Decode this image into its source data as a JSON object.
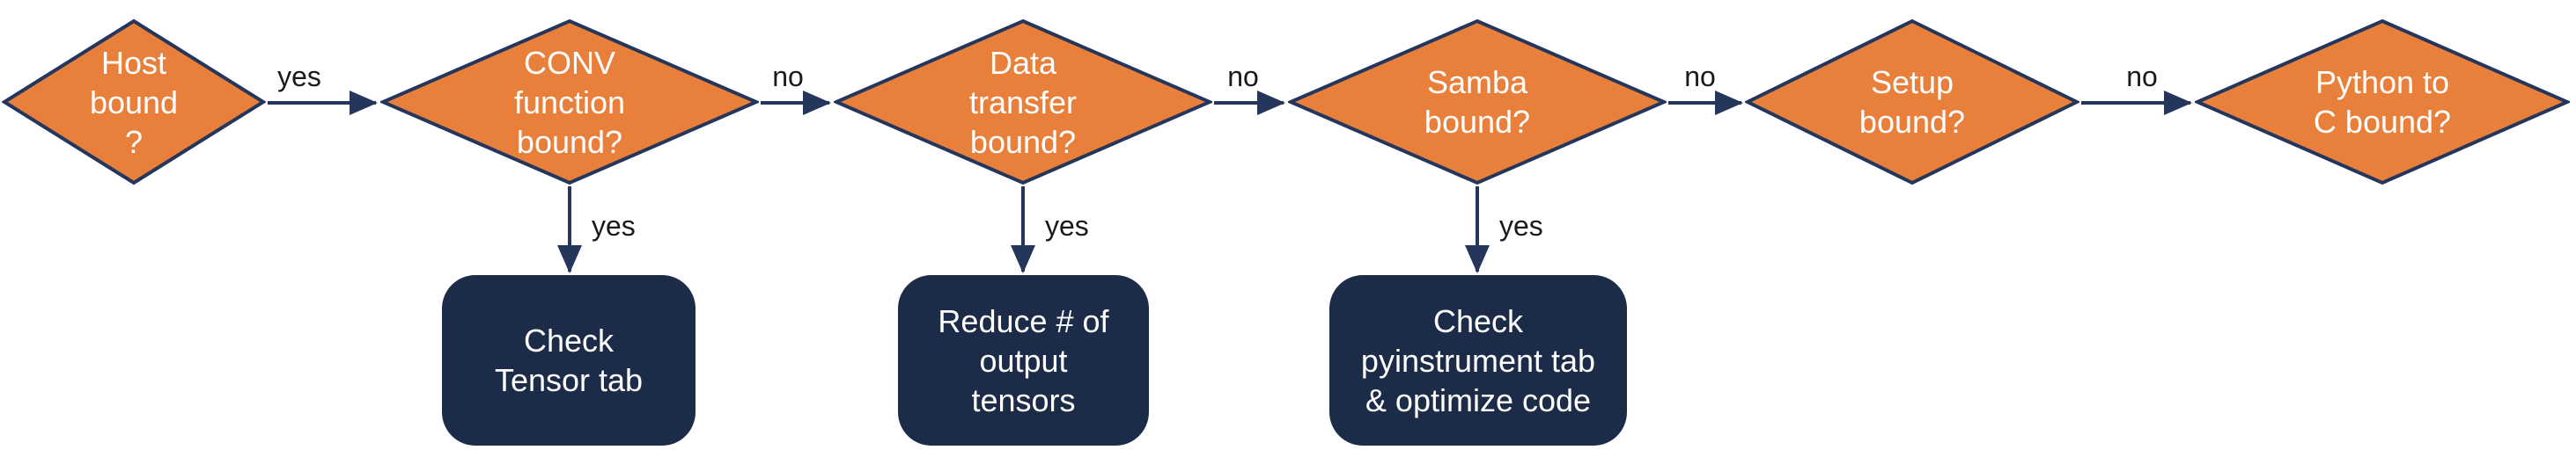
{
  "colors": {
    "diamond_fill": "#E8803B",
    "diamond_border": "#24365C",
    "box_fill": "#1C2B48",
    "node_text": "#FFFFFF",
    "edge_color": "#24365C",
    "edge_label_text": "#1A1A1A",
    "canvas_bg": "#FFFFFF"
  },
  "nodes": {
    "decisions": [
      {
        "id": "host",
        "label": "Host\nbound\n?"
      },
      {
        "id": "conv",
        "label": "CONV\nfunction\nbound?"
      },
      {
        "id": "data_transfer",
        "label": "Data\ntransfer\nbound?"
      },
      {
        "id": "samba",
        "label": "Samba\nbound?"
      },
      {
        "id": "setup",
        "label": "Setup\nbound?"
      },
      {
        "id": "python_c",
        "label": "Python to\nC bound?"
      }
    ],
    "actions": [
      {
        "id": "check_tensor",
        "label": "Check\nTensor tab"
      },
      {
        "id": "reduce_tensors",
        "label": "Reduce # of\noutput\ntensors"
      },
      {
        "id": "check_pyinstrument",
        "label": "Check\npyinstrument tab\n& optimize code"
      }
    ]
  },
  "edges": {
    "horizontal": [
      {
        "from": "host",
        "to": "conv",
        "label": "yes"
      },
      {
        "from": "conv",
        "to": "data_transfer",
        "label": "no"
      },
      {
        "from": "data_transfer",
        "to": "samba",
        "label": "no"
      },
      {
        "from": "samba",
        "to": "setup",
        "label": "no"
      },
      {
        "from": "setup",
        "to": "python_c",
        "label": "no"
      }
    ],
    "vertical": [
      {
        "from": "conv",
        "to": "check_tensor",
        "label": "yes"
      },
      {
        "from": "data_transfer",
        "to": "reduce_tensors",
        "label": "yes"
      },
      {
        "from": "samba",
        "to": "check_pyinstrument",
        "label": "yes"
      }
    ]
  }
}
